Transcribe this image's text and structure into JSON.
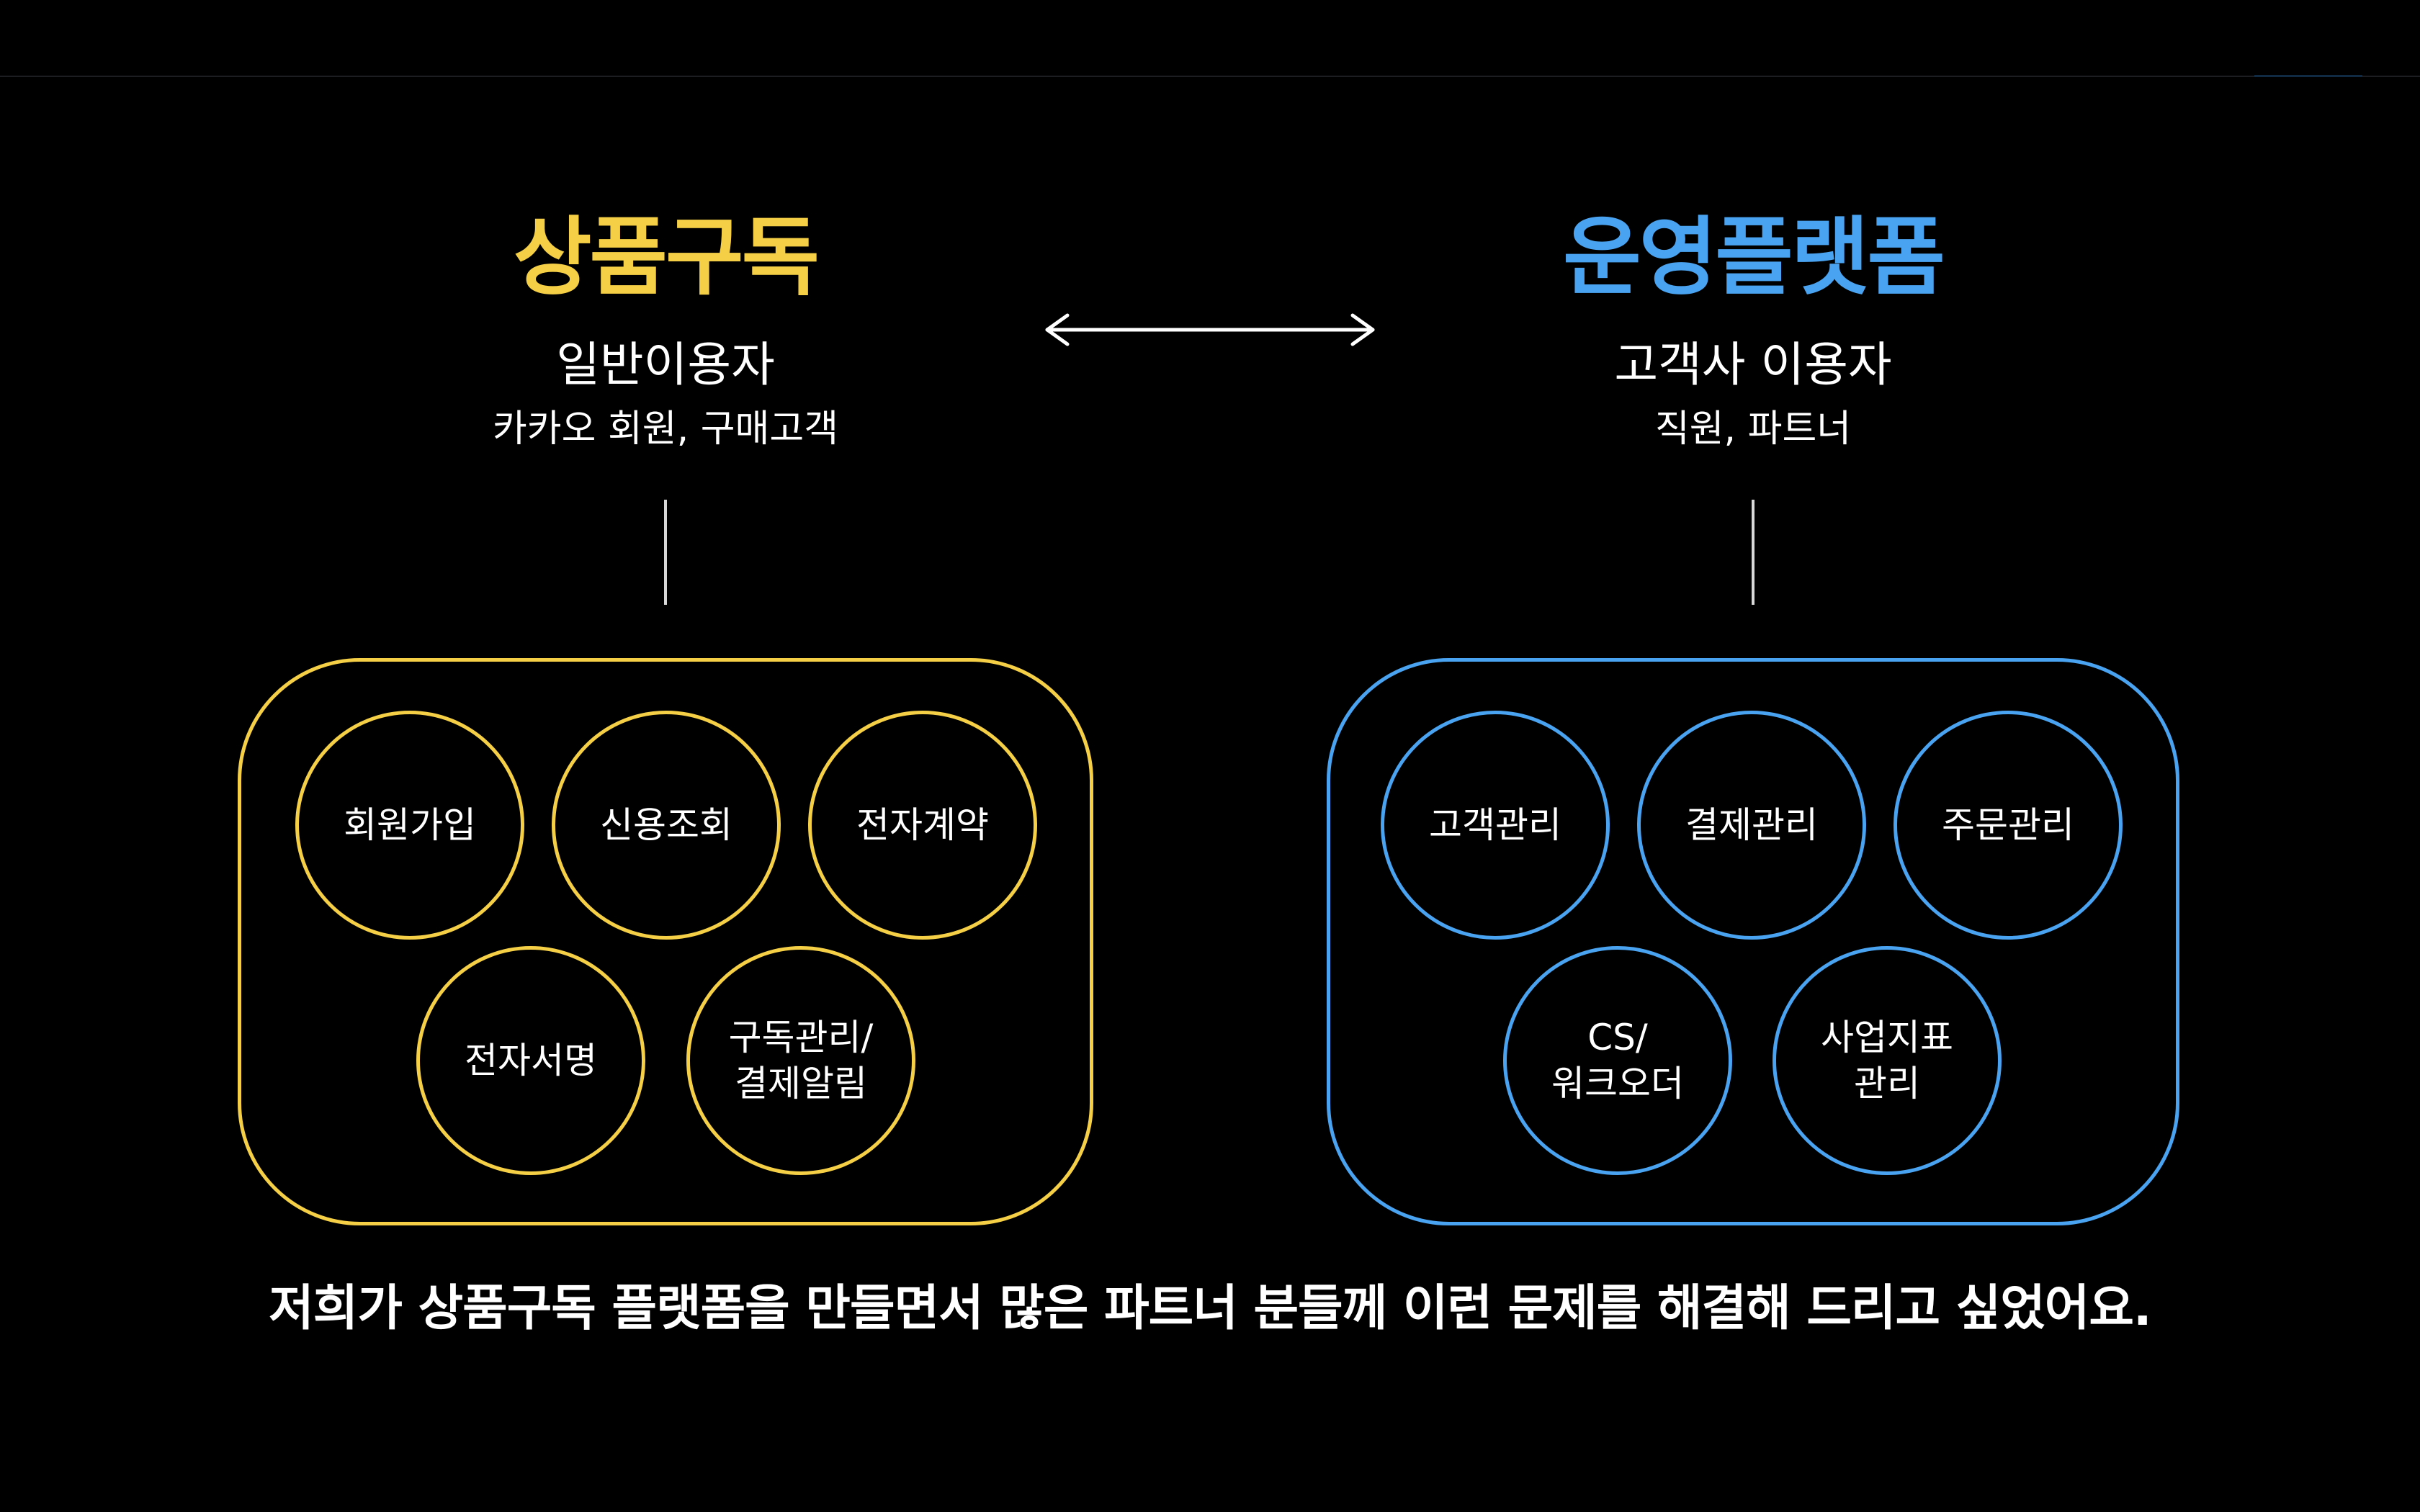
{
  "colors": {
    "background": "#000000",
    "left_accent": "#f5d046",
    "right_accent": "#4aa3f0",
    "text": "#ffffff",
    "connector": "#ffffff"
  },
  "left": {
    "title": "상품구독",
    "subtitle": "일반이용자",
    "caption": "카카오 회원, 구매고객",
    "features": [
      "회원가입",
      "신용조회",
      "전자계약",
      "전자서명",
      "구독관리/\n결제알림"
    ]
  },
  "right": {
    "title": "운영플랫폼",
    "subtitle": "고객사 이용자",
    "caption": "직원, 파트너",
    "features": [
      "고객관리",
      "결제관리",
      "주문관리",
      "CS/\n워크오더",
      "사업지표\n관리"
    ]
  },
  "connector": {
    "type": "bidirectional-arrow"
  },
  "footer": {
    "text": "저희가 상품구독 플랫폼을 만들면서 많은 파트너 분들께 이런 문제를 해결해 드리고 싶었어요."
  }
}
